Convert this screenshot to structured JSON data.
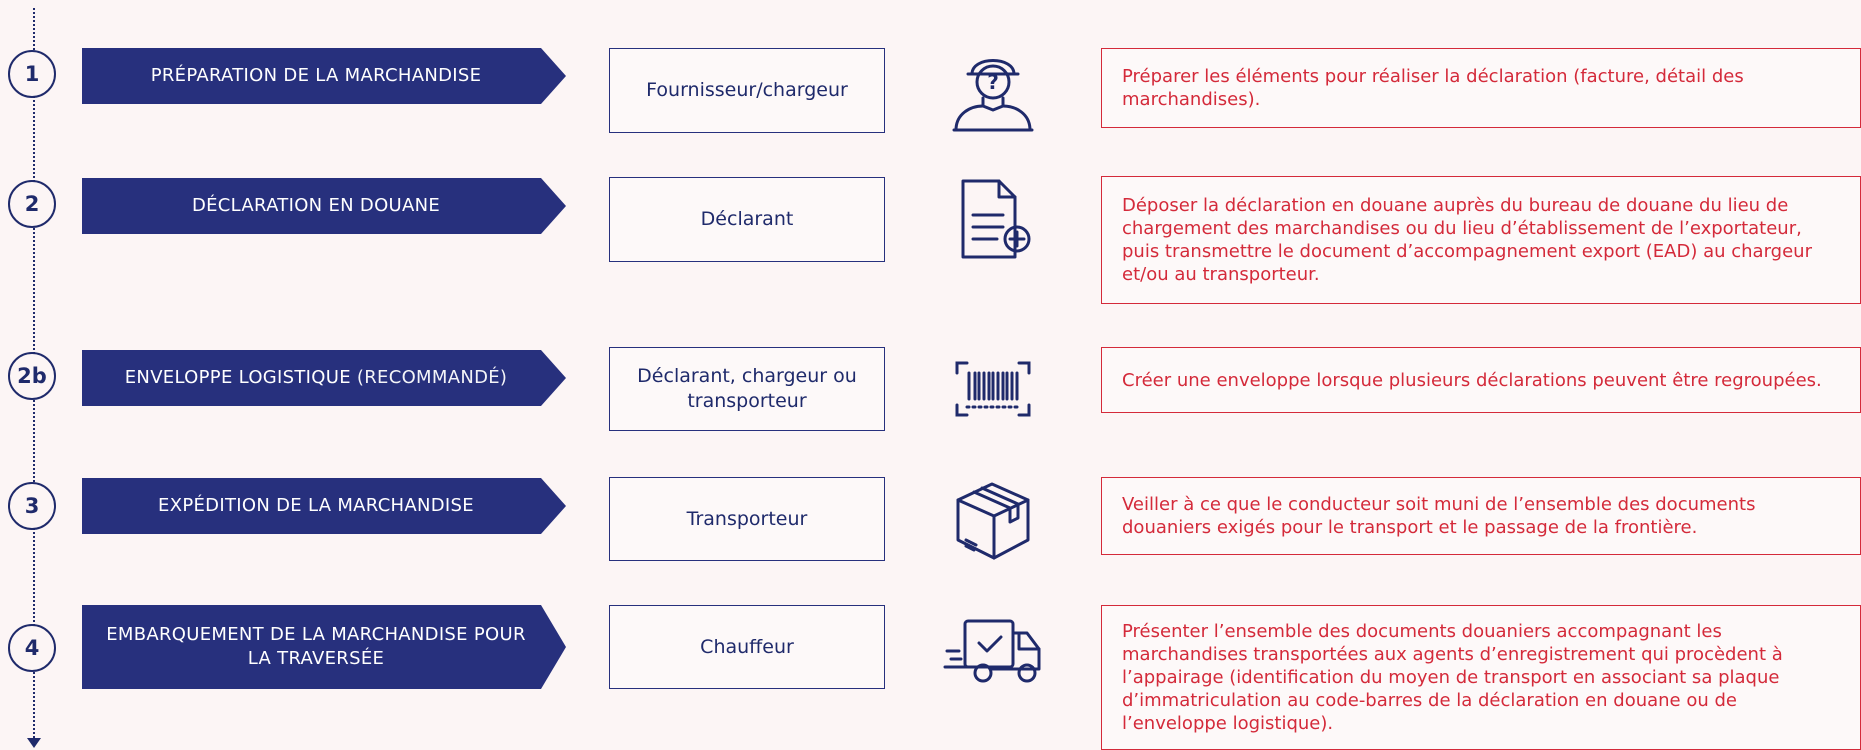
{
  "colors": {
    "navy": "#27307d",
    "red": "#d42a3a",
    "background": "#fcf5f5"
  },
  "steps": [
    {
      "number": "1",
      "title": "PRÉPARATION DE LA MARCHANDISE",
      "title_note": "",
      "actor": "Fournisseur/chargeur",
      "icon": "user-question-icon",
      "description": "Préparer les éléments pour réaliser la déclaration (facture, détail des marchandises)."
    },
    {
      "number": "2",
      "title": "DÉCLARATION EN DOUANE",
      "title_note": "",
      "actor": "Déclarant",
      "icon": "document-add-icon",
      "description": "Déposer la déclaration en douane auprès du bureau de douane du lieu de chargement des marchandises ou du lieu d’établissement de l’exportateur, puis transmettre le document d’accompagnement export (EAD) au chargeur et/ou au transporteur."
    },
    {
      "number": "2b",
      "title": "ENVELOPPE LOGISTIQUE",
      "title_note": " (RECOMMANDÉ)",
      "actor": "Déclarant, chargeur ou transporteur",
      "icon": "barcode-icon",
      "description": "Créer une enveloppe lorsque plusieurs déclarations peuvent être regroupées."
    },
    {
      "number": "3",
      "title": "EXPÉDITION DE LA MARCHANDISE",
      "title_note": "",
      "actor": "Transporteur",
      "icon": "package-icon",
      "description": "Veiller à ce que le conducteur soit muni de l’ensemble des documents douaniers exigés pour le transport et le passage de la frontière."
    },
    {
      "number": "4",
      "title": "EMBARQUEMENT DE LA MARCHANDISE POUR LA TRAVERSÉE",
      "title_note": "",
      "actor": "Chauffeur",
      "icon": "delivery-truck-icon",
      "description": "Présenter l’ensemble des documents douaniers accompagnant les marchandises transportées aux agents d’enregistrement qui procèdent à l’appairage (identification du moyen de transport en associant sa plaque d’immatriculation au code-barres de la déclaration en douane ou de l’enveloppe logistique)."
    }
  ]
}
